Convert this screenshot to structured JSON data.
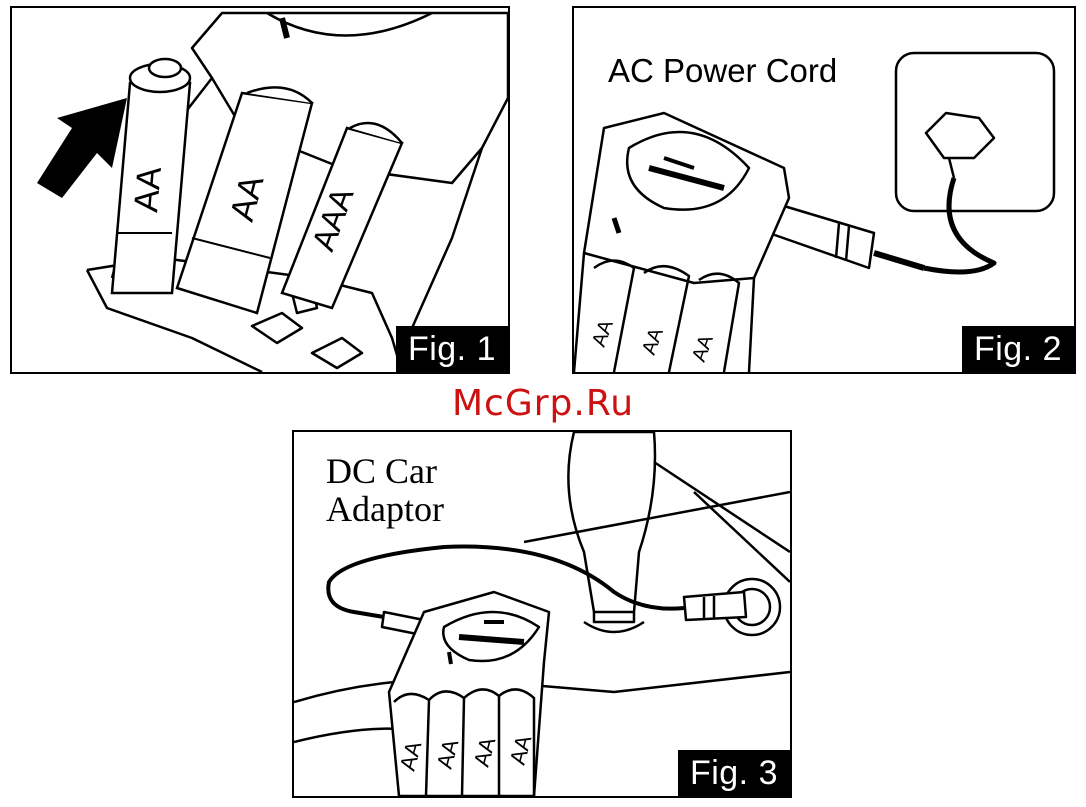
{
  "watermark": "McGrp.Ru",
  "colors": {
    "ink": "#000000",
    "paper": "#ffffff",
    "watermark": "#cc1111"
  },
  "fig1": {
    "label": "Fig. 1",
    "batteries": [
      "AA",
      "AA",
      "AAA"
    ],
    "arrow_icon": "insert-arrow-icon"
  },
  "fig2": {
    "label": "Fig. 2",
    "caption": "AC Power Cord",
    "batteries": [
      "AA",
      "AA",
      "AA"
    ]
  },
  "fig3": {
    "label": "Fig. 3",
    "caption_line1": "DC Car",
    "caption_line2": "Adaptor",
    "batteries": [
      "AA",
      "AA",
      "AA",
      "AA"
    ]
  }
}
